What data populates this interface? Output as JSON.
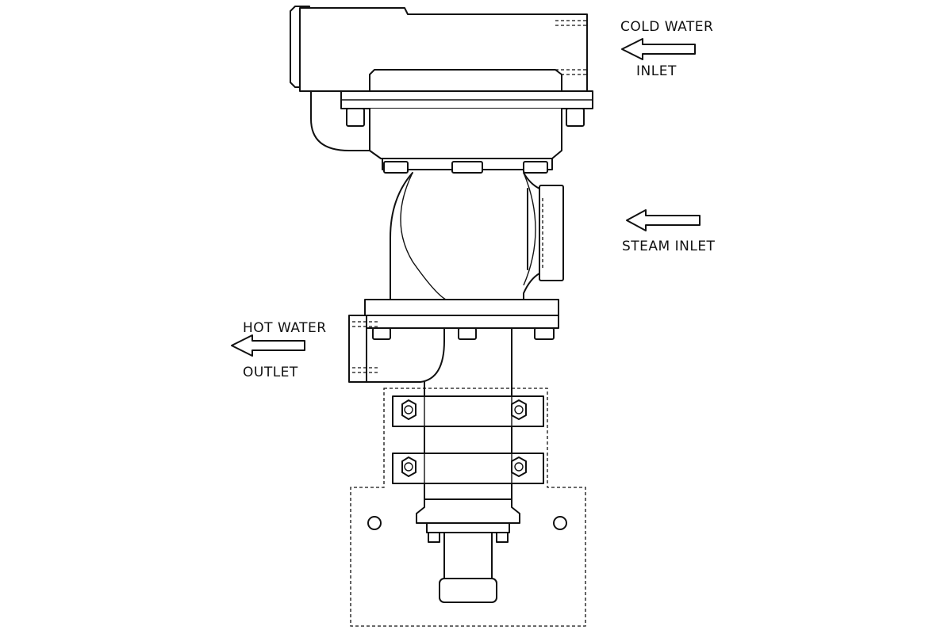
{
  "labels": {
    "cold_water": {
      "line1": "COLD WATER",
      "line2": "INLET"
    },
    "steam": {
      "line1": "STEAM INLET"
    },
    "hot_water": {
      "line1": "HOT WATER",
      "line2": "OUTLET"
    }
  },
  "colors": {
    "line": "#111111",
    "background": "#ffffff"
  }
}
